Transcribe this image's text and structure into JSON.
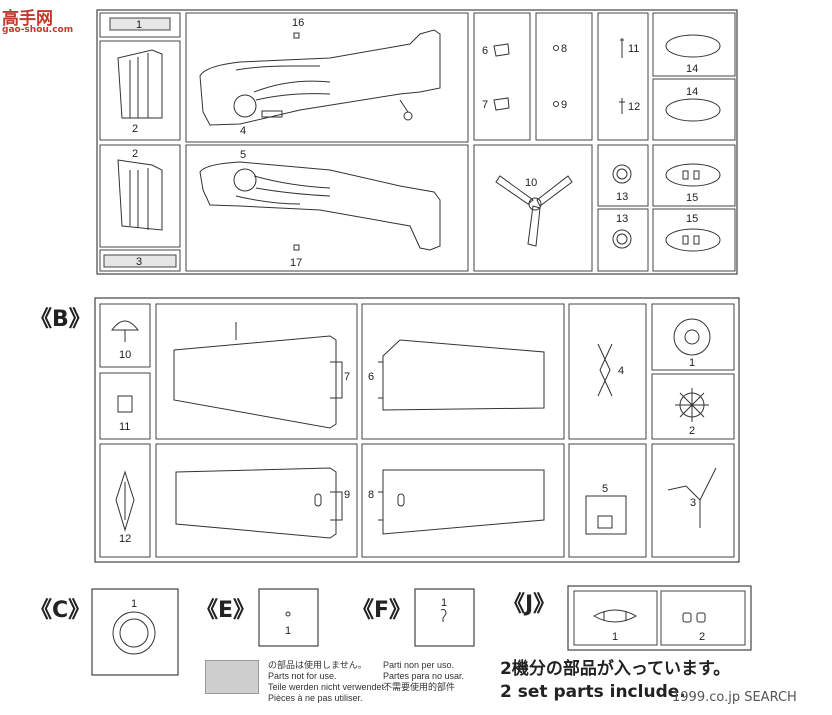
{
  "sprues": {
    "A": {
      "parts": [
        "1",
        "2",
        "4",
        "16",
        "2",
        "5",
        "17",
        "3",
        "6",
        "7",
        "8",
        "9",
        "10",
        "11",
        "12",
        "13",
        "13",
        "14",
        "14",
        "15",
        "15"
      ]
    },
    "B": {
      "label": "《B》",
      "parts": [
        "10",
        "11",
        "12",
        "7",
        "6",
        "9",
        "8",
        "4",
        "5",
        "1",
        "2",
        "3"
      ]
    },
    "C": {
      "label": "《C》",
      "parts": [
        "1"
      ]
    },
    "E": {
      "label": "《E》",
      "parts": [
        "1"
      ]
    },
    "F": {
      "label": "《F》",
      "parts": [
        "1"
      ]
    },
    "J": {
      "label": "《J》",
      "parts": [
        "1",
        "2"
      ]
    }
  },
  "notes": {
    "left": [
      "の部品は使用しません。",
      "Parts not for use.",
      "Teile werden nicht verwendet.",
      "Pièces à ne pas utiliser."
    ],
    "right": [
      "Parti non per uso.",
      "Partes para no usar.",
      "不需要使用的部件"
    ]
  },
  "included": {
    "jp": "2機分の部品が入っています。",
    "en": "2 set parts include."
  },
  "watermark_logo": {
    "chars": "高手网",
    "url": "gao-shou.com"
  },
  "watermark_search": "1999.co.jp SEARCH"
}
